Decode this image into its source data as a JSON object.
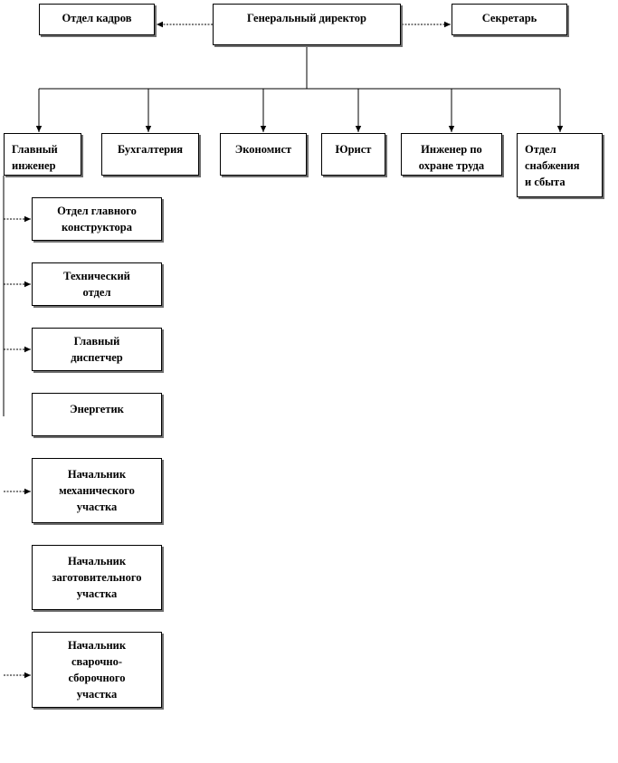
{
  "org_chart": {
    "director": "Генеральный директор",
    "hr_department": "Отдел кадров",
    "secretary": "Секретарь",
    "chief_engineer": "Главный\nинженер",
    "accounting": "Бухгалтерия",
    "economist": "Экономист",
    "lawyer": "Юрист",
    "labor_safety_engineer": "Инженер по\nохране труда",
    "supply_sales_department": "Отдел\nснабжения\nи сбыта",
    "chief_designer_department": "Отдел главного\nконструктора",
    "technical_department": "Технический\nотдел",
    "chief_dispatcher": "Главный\nдиспетчер",
    "power_engineer": "Энергетик",
    "mechanical_section_head": "Начальник\nмеханического\nучастка",
    "blank_section_head": "Начальник\nзаготовительного\nучастка",
    "welding_section_head": "Начальник\nсварочно-\nсборочного\nучастка"
  }
}
